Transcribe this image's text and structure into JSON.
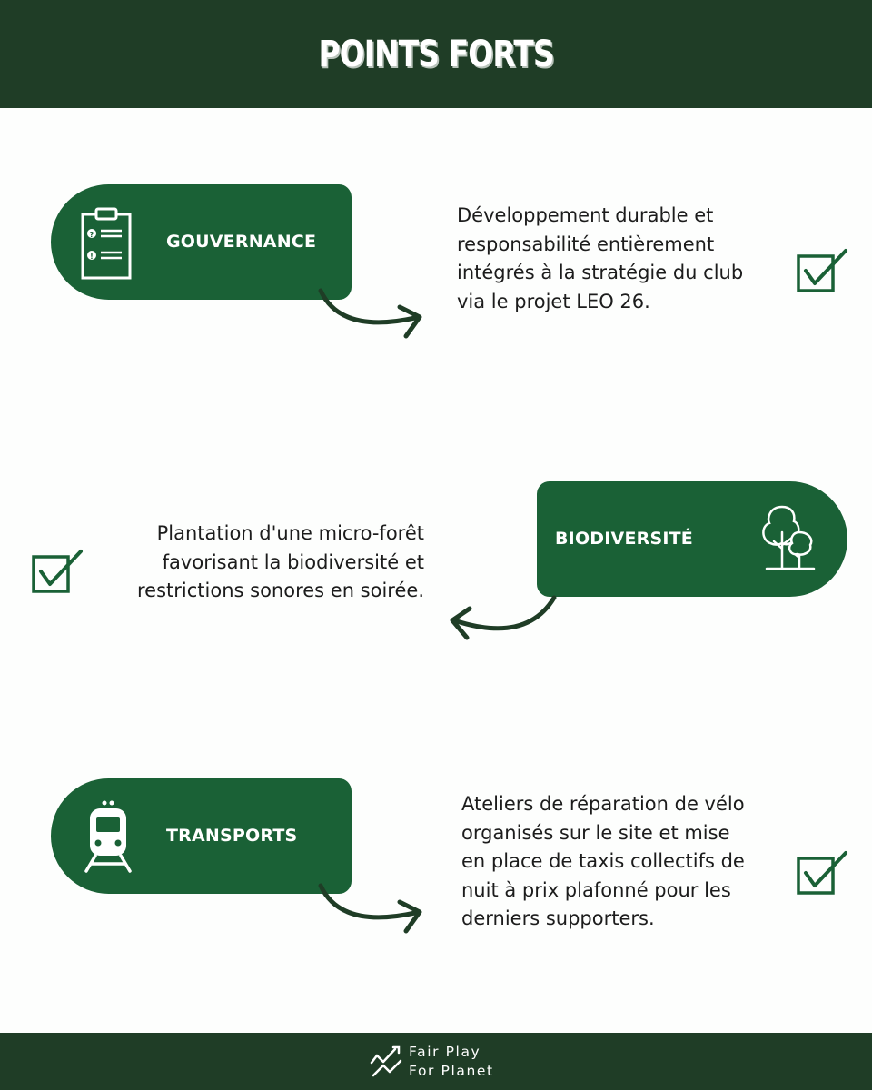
{
  "header": {
    "title": "POINTS FORTS"
  },
  "sections": [
    {
      "label": "GOUVERNANCE",
      "icon": "clipboard-icon",
      "description": "Développement durable et\nresponsabilité entièrement\nintégrés à la stratégie du club\nvia le projet LEO 26.",
      "status": "check-icon"
    },
    {
      "label": "BIODIVERSITÉ",
      "icon": "tree-icon",
      "description": "Plantation d'une micro-forêt\nfavorisant la biodiversité et\nrestrictions sonores en soirée.",
      "status": "check-icon"
    },
    {
      "label": "TRANSPORTS",
      "icon": "train-icon",
      "description": "Ateliers de réparation de vélo\norganisés sur le site et mise\nen place de taxis collectifs de\nnuit à prix plafonné pour les\nderniers supporters.",
      "status": "check-icon"
    }
  ],
  "footer": {
    "logo_line_1": "Fair Play",
    "logo_line_2": "For Planet"
  },
  "colors": {
    "header_bg": "#1f3d26",
    "pill_bg": "#1a6136",
    "arrow": "#1f3d26",
    "check": "#1a6136"
  }
}
